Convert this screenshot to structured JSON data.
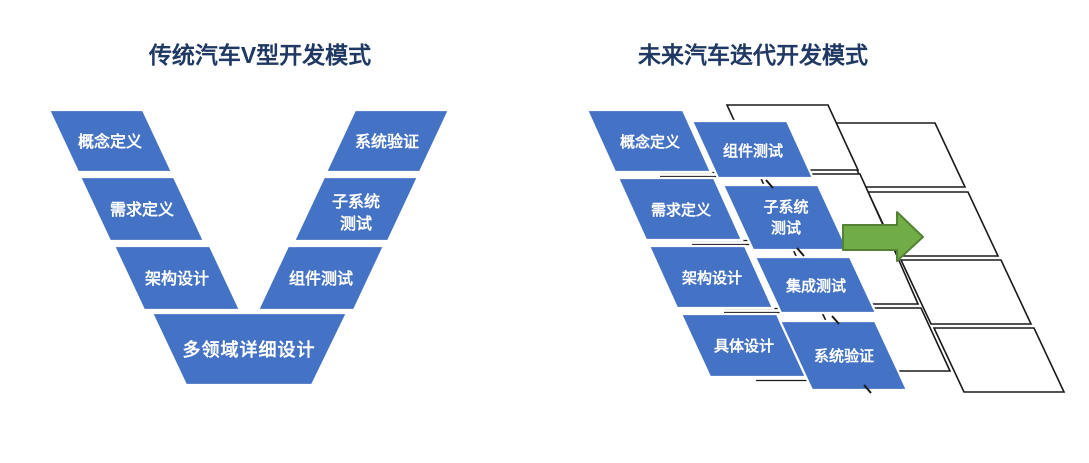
{
  "colors": {
    "background": "#FFFFFF",
    "block_blue": "#4472C4",
    "block_text": "#FFFFFF",
    "title_text": "#1F3864",
    "outline_black": "#1A1A1A",
    "arrow_green": "#70AD47",
    "arrow_green_border": "#548235"
  },
  "left_diagram": {
    "title": "传统汽车V型开发模式",
    "steps": {
      "design1": "概念定义",
      "design2": "需求定义",
      "design3": "架构设计",
      "detail": "多领域详细设计",
      "test1": "组件测试",
      "test2_line1": "子系统",
      "test2_line2": "测试",
      "test3": "系统验证"
    }
  },
  "right_diagram": {
    "title": "未来汽车迭代开发模式",
    "design_steps": {
      "s1": "概念定义",
      "s2": "需求定义",
      "s3": "架构设计",
      "s4": "具体设计"
    },
    "test_steps": {
      "t1": "组件测试",
      "t2_line1": "子系统",
      "t2_line2": "测试",
      "t3": "集成测试",
      "t4": "系统验证"
    }
  }
}
